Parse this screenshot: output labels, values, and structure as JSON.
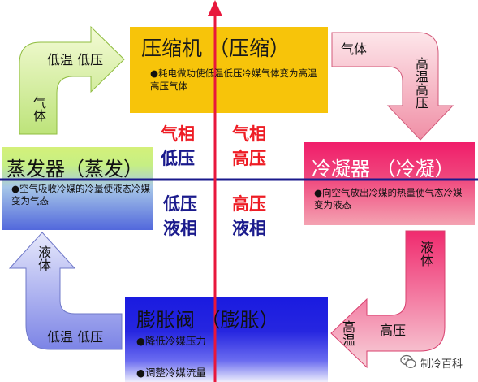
{
  "compressor": {
    "title": "压缩机 （压缩）",
    "description": "●耗电做功使低温低压冷媒气体变为高温高压气体"
  },
  "evaporator": {
    "title": "蒸发器（蒸发）",
    "description": "●空气吸收冷媒的冷量使液态冷媒变为气态"
  },
  "condenser": {
    "title": "冷凝器 （冷凝）",
    "description": "●向空气放出冷媒的热量使气态冷媒变为液态"
  },
  "expansion_valve": {
    "title": "膨胀阀 （膨胀）",
    "items": [
      "●降低冷媒压力",
      "●调整冷媒流量"
    ]
  },
  "center": {
    "top_left": [
      "气相",
      "低压"
    ],
    "top_right": [
      "气相",
      "高压"
    ],
    "bottom_left": [
      "低压",
      "液相"
    ],
    "bottom_right": [
      "高压",
      "液相"
    ]
  },
  "arrows": {
    "top_left": {
      "horizontal": "低温 低压",
      "vertical": "气体"
    },
    "top_right": {
      "horizontal": "气体",
      "vertical": "高温高压"
    },
    "bottom_right": {
      "horizontal": "高压",
      "vertical_upper": "液体",
      "vertical_lower": "高温"
    },
    "bottom_left": {
      "horizontal": "低温 低压",
      "vertical": "液体"
    }
  },
  "watermark": {
    "text": "制冷百科",
    "icon": "wechat-icon"
  },
  "colors": {
    "compressor": "#f7c40a",
    "axis_vertical": "#e8173c",
    "axis_horizontal": "#1a1a8c",
    "gas_red": "#ee1c24",
    "liquid_navy": "#1a1a8c"
  }
}
